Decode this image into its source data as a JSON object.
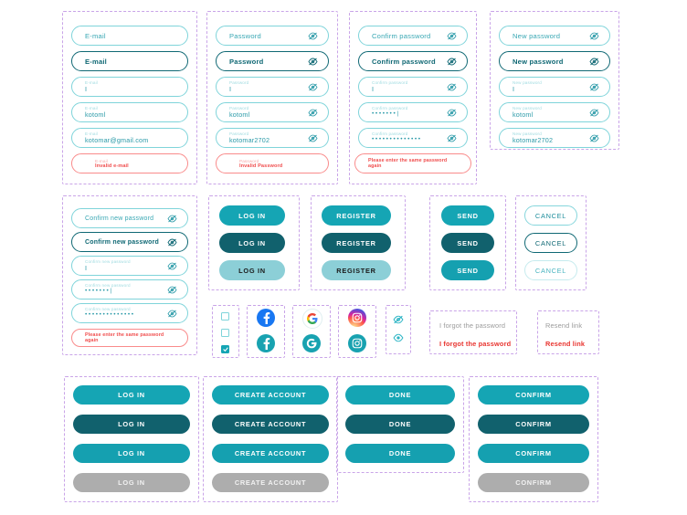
{
  "palette": {
    "teal_primary": "#15a5b4",
    "teal_dark": "#11616d",
    "teal_light": "#8ccfd7",
    "grey_disabled": "#adadad",
    "border_teal": "#7fd4da",
    "error_red": "#f04e4e",
    "error_border": "#f98b8b",
    "frame_dashed": "#c9a4e8",
    "link_red": "#e8342f",
    "link_grey": "#9b9b9b"
  },
  "groups": {
    "email": {
      "name": "email-field-group",
      "fields": [
        {
          "state": "default",
          "placeholder": "E-mail"
        },
        {
          "state": "focused",
          "placeholder": "E-mail"
        },
        {
          "state": "typing",
          "label": "E-mail",
          "value": "I"
        },
        {
          "state": "filled",
          "label": "E-mail",
          "value": "kotoml"
        },
        {
          "state": "complete",
          "label": "E-mail",
          "value": "kotomar@gmail.com"
        },
        {
          "state": "error",
          "label": "E-mail",
          "message": "Invalid e-mail"
        }
      ]
    },
    "password": {
      "name": "password-field-group",
      "fields": [
        {
          "state": "default",
          "placeholder": "Password"
        },
        {
          "state": "focused",
          "placeholder": "Password"
        },
        {
          "state": "typing",
          "label": "Password",
          "value": "I"
        },
        {
          "state": "filled",
          "label": "Password",
          "value": "kotoml"
        },
        {
          "state": "complete",
          "label": "Password",
          "value": "kotomar2702"
        },
        {
          "state": "error",
          "label": "Password",
          "message": "Invalid Password"
        }
      ]
    },
    "confirm_password": {
      "name": "confirm-password-field-group",
      "fields": [
        {
          "state": "default",
          "placeholder": "Confirm password"
        },
        {
          "state": "focused",
          "placeholder": "Confirm password"
        },
        {
          "state": "typing",
          "label": "Confirm password",
          "value": "I"
        },
        {
          "state": "masked",
          "label": "Confirm password",
          "value": "•••••••|"
        },
        {
          "state": "masked2",
          "label": "Confirm password",
          "value": "••••••••••••••"
        },
        {
          "state": "error",
          "message": "Please enter the same  password again"
        }
      ]
    },
    "new_password": {
      "name": "new-password-field-group",
      "fields": [
        {
          "state": "default",
          "placeholder": "New password"
        },
        {
          "state": "focused",
          "placeholder": "New password"
        },
        {
          "state": "typing",
          "label": "New password",
          "value": "I"
        },
        {
          "state": "filled",
          "label": "New password",
          "value": "kotoml"
        },
        {
          "state": "complete",
          "label": "New password",
          "value": "kotomar2702"
        }
      ]
    },
    "confirm_new_password": {
      "name": "confirm-new-password-field-group",
      "fields": [
        {
          "state": "default",
          "placeholder": "Confirm new password"
        },
        {
          "state": "focused",
          "placeholder": "Confirm new password"
        },
        {
          "state": "typing",
          "label": "Confirm new password",
          "value": "I"
        },
        {
          "state": "masked",
          "label": "Confirm new password",
          "value": "•••••••|"
        },
        {
          "state": "masked2",
          "label": "Confirm new password",
          "value": "••••••••••••••"
        },
        {
          "state": "error",
          "message": "Please enter the same  password again"
        }
      ]
    }
  },
  "buttons": {
    "login_small": {
      "label": "LOG IN",
      "variants": [
        "primary",
        "dark",
        "light"
      ]
    },
    "register": {
      "label": "REGISTER",
      "variants": [
        "primary",
        "dark",
        "light"
      ]
    },
    "send": {
      "label": "SEND",
      "variants": [
        "primary",
        "dark",
        "mid"
      ]
    },
    "cancel": {
      "label": "CANCEL",
      "variants": [
        "outline",
        "outline-dark",
        "outline-light"
      ]
    },
    "login_wide": {
      "label": "LOG IN",
      "variants": [
        "primary",
        "dark",
        "mid",
        "grey"
      ]
    },
    "create_account": {
      "label": "CREATE ACCOUNT",
      "variants": [
        "primary",
        "dark",
        "mid",
        "grey"
      ]
    },
    "done": {
      "label": "DONE",
      "variants": [
        "primary",
        "dark",
        "mid"
      ]
    },
    "confirm": {
      "label": "CONFIRM",
      "variants": [
        "primary",
        "dark",
        "mid",
        "grey"
      ]
    }
  },
  "checkboxes": {
    "name": "checkbox-group",
    "items": [
      {
        "state": "default",
        "checked": false
      },
      {
        "state": "hover",
        "checked": false
      },
      {
        "state": "checked",
        "checked": true
      }
    ]
  },
  "social": {
    "facebook": {
      "name": "facebook",
      "variants": [
        "brand",
        "teal"
      ]
    },
    "google": {
      "name": "google",
      "variants": [
        "white",
        "teal"
      ]
    },
    "instagram": {
      "name": "instagram",
      "variants": [
        "gradient",
        "teal"
      ]
    }
  },
  "eye_toggle": {
    "name": "password-visibility-toggle",
    "states": [
      "hidden",
      "visible"
    ]
  },
  "links": {
    "forgot": {
      "default": "I forgot the password",
      "active": "I forgot the password"
    },
    "resend": {
      "default": "Resend link",
      "active": "Resend link"
    }
  }
}
